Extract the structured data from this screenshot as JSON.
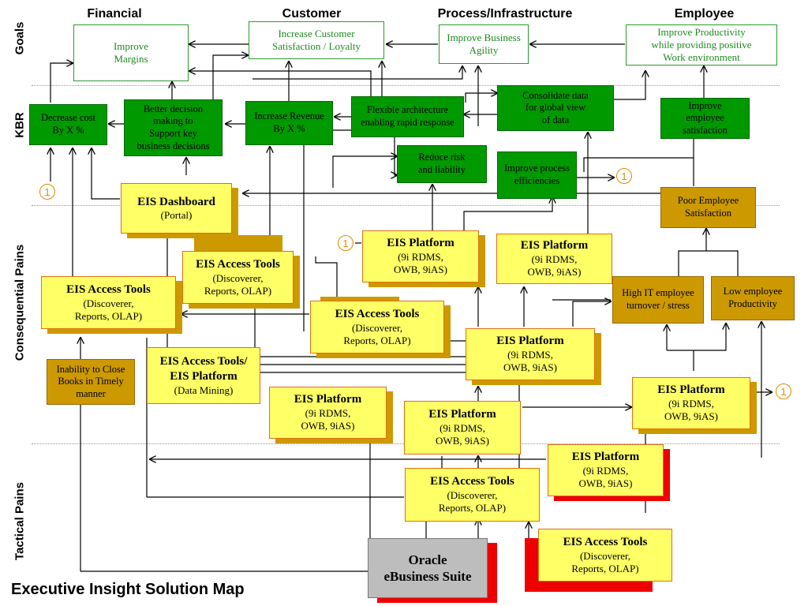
{
  "columns": [
    "Financial",
    "Customer",
    "Process/Infrastructure",
    "Employee"
  ],
  "rows": [
    "Goals",
    "KBR",
    "Consequential Pains",
    "Tactical Pains"
  ],
  "goals": {
    "margins": "Improve\nMargins",
    "customer": "Increase Customer\nSatisfaction / Loyalty",
    "agility": "Improve Business\nAgility",
    "productivity": "Improve Productivity\nwhile providing positive\nWork environment"
  },
  "kbr": {
    "decrease_cost": "Decrease cost\nBy X %",
    "better_decision": "Better decision\nmaking to\nSupport key\nbusiness decisions",
    "increase_revenue": "Increase Revenue\nBy X %",
    "flexible": "Flexible architecture\nenabling rapid response",
    "consolidate": "Consolidate data\nfor global view\nof data",
    "employee_sat": "Improve\nemployee\nsatisfaction",
    "reduce_risk": "Reduce risk\nand liability",
    "process_eff": "Improve process\nefficiencies"
  },
  "pains": {
    "poor_emp": "Poor Employee\nSatisfaction",
    "high_it": "High IT employee\nturnover / stress",
    "low_emp": "Low employee\nProductivity",
    "inability": "Inability to Close\nBooks in Timely\nmanner"
  },
  "solutions": {
    "dashboard_title": "EIS Dashboard",
    "dashboard_sub": "(Portal)",
    "access_title": "EIS Access Tools",
    "access_sub": "(Discoverer,\nReports, OLAP)",
    "platform_title": "EIS Platform",
    "platform_sub": "(9i RDMS,\nOWB, 9iAS)",
    "mining_title": "EIS Access Tools/\nEIS Platform",
    "mining_sub": "(Data Mining)",
    "oracle": "Oracle\neBusiness Suite"
  },
  "callout_number": "1",
  "footer_title": "Executive Insight Solution Map"
}
